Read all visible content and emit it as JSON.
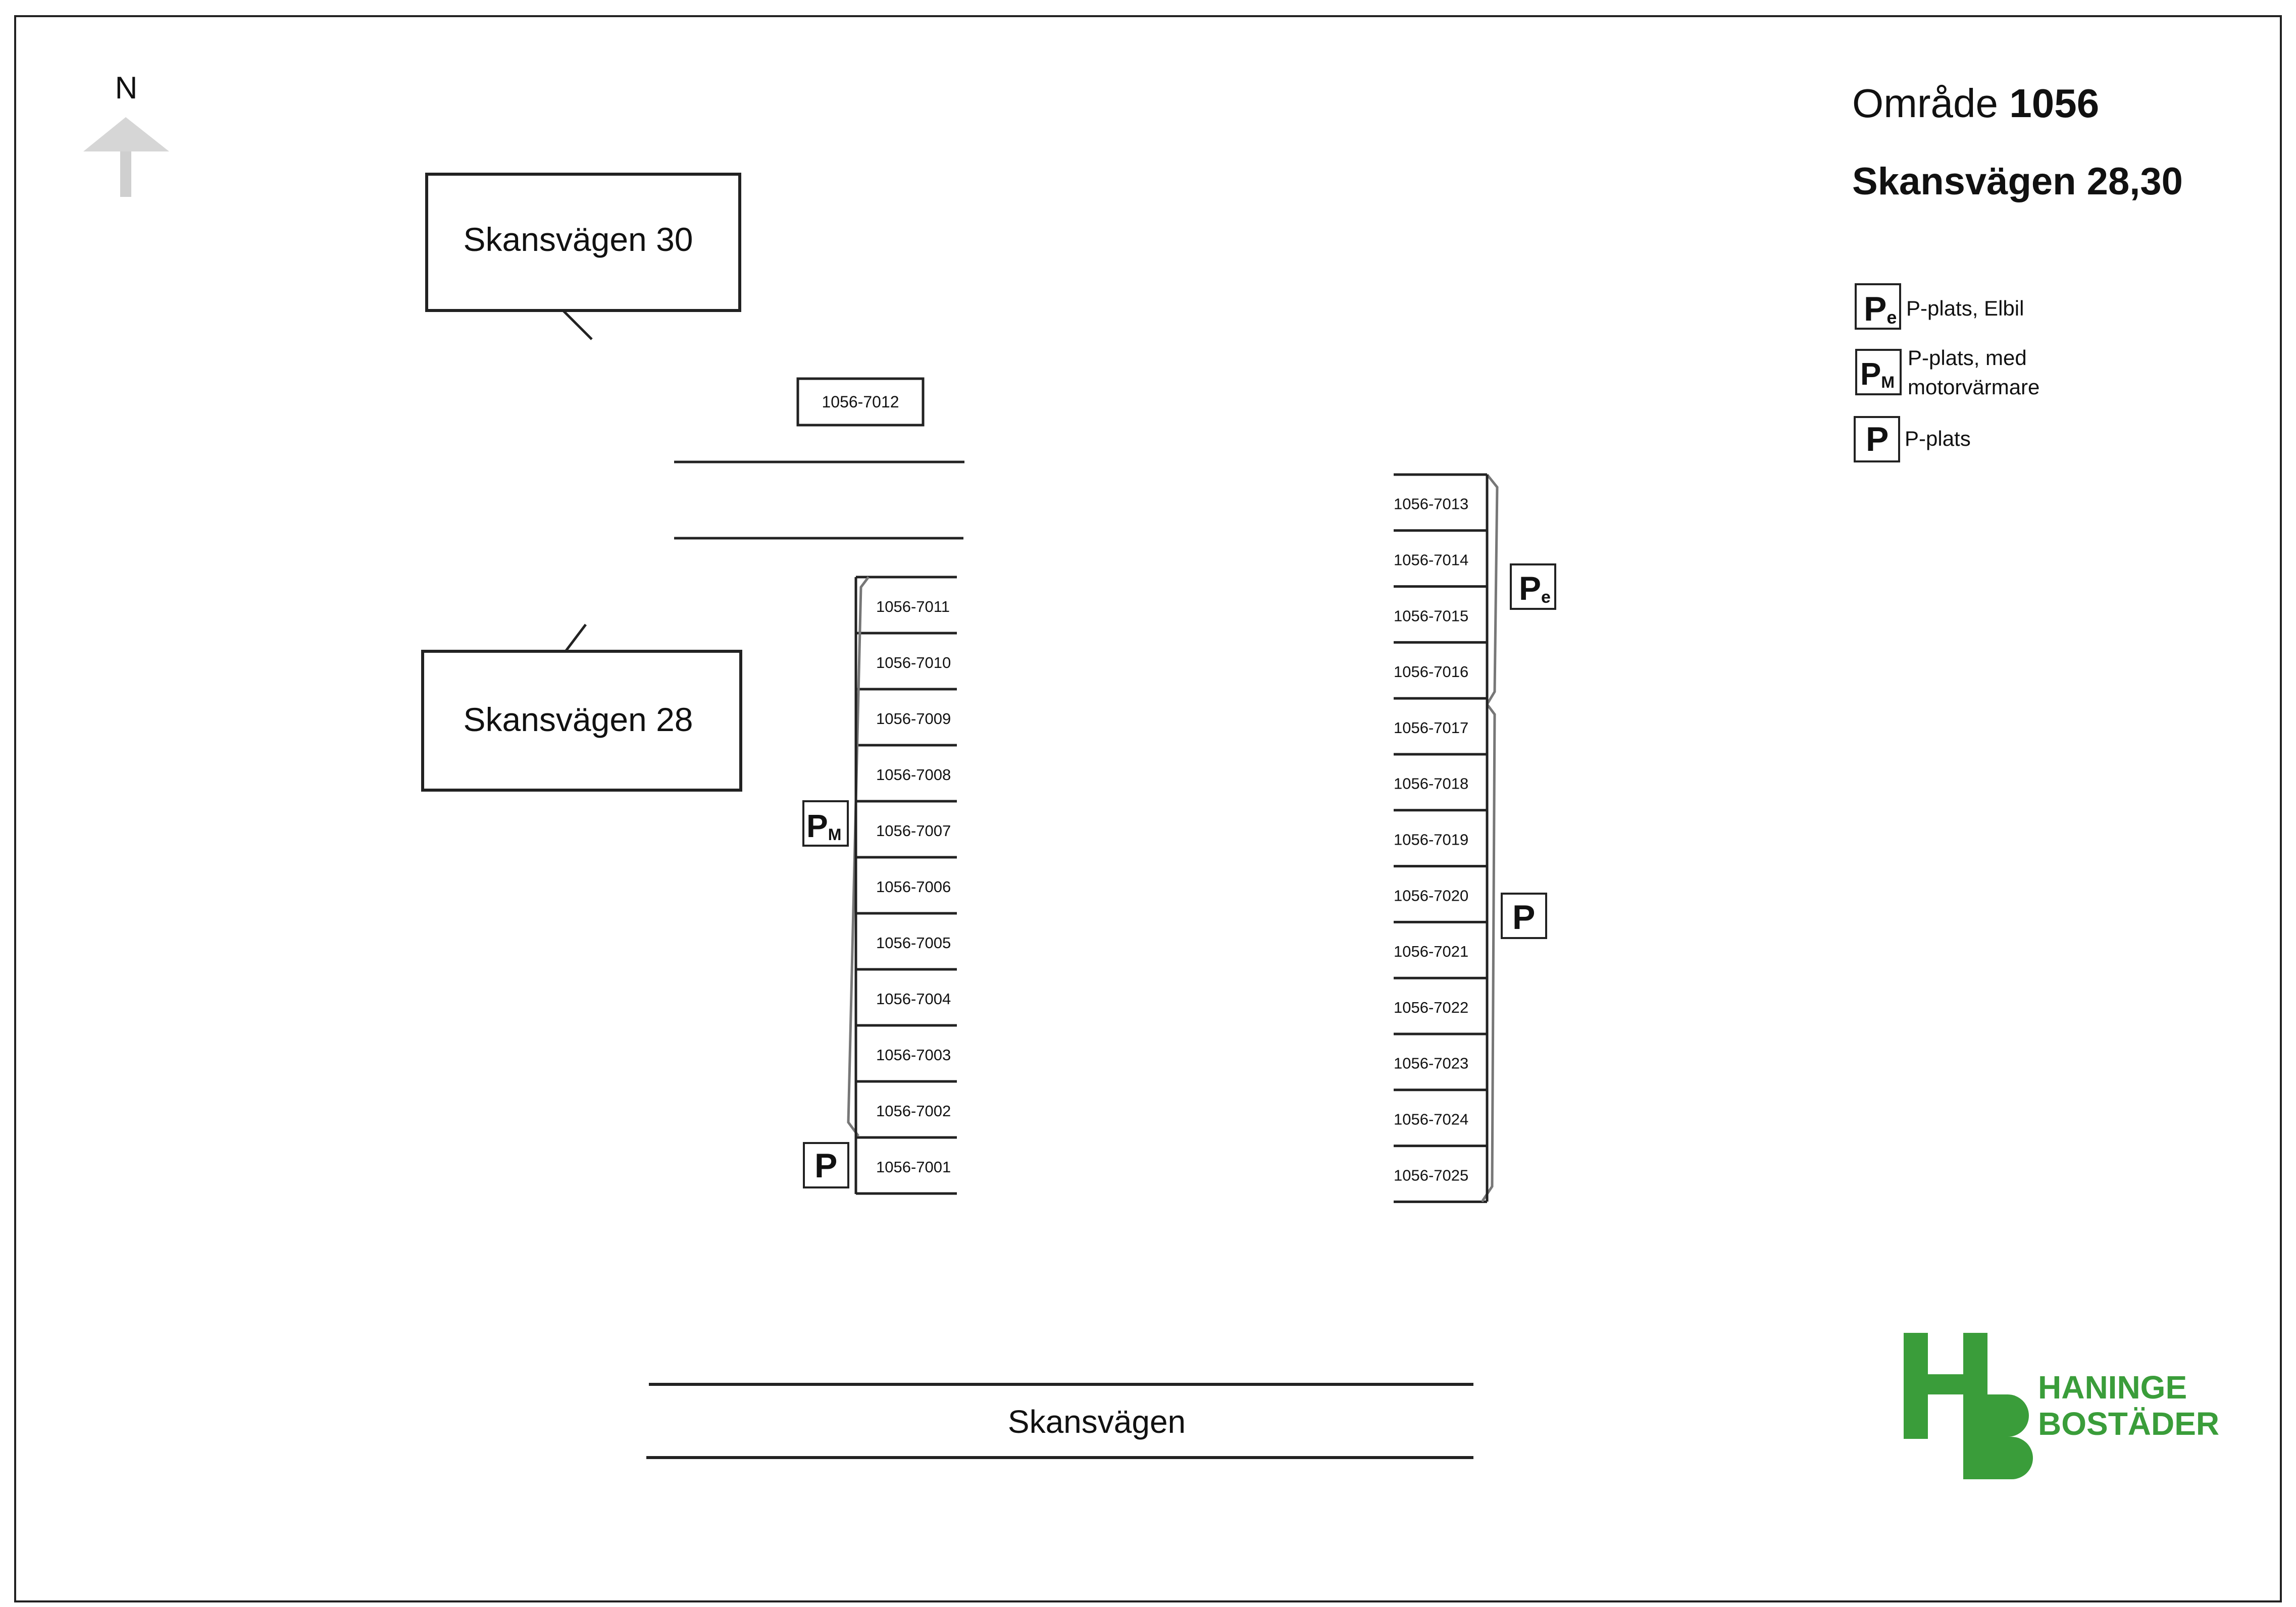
{
  "header": {
    "area_prefix": "Område",
    "area_number": "1056",
    "address": "Skansvägen 28,30"
  },
  "compass": {
    "label": "N"
  },
  "buildings": {
    "b30": "Skansvägen 30",
    "b28": "Skansvägen 28"
  },
  "road": {
    "name": "Skansvägen"
  },
  "legend": {
    "items": [
      {
        "icon": "p-elbil-icon",
        "symbol": "P",
        "sub": "e",
        "text1": "P-plats, Elbil",
        "text2": ""
      },
      {
        "icon": "p-motorvarmare-icon",
        "symbol": "P",
        "sub": "M",
        "text1": "P-plats, med",
        "text2": "motorvärmare"
      },
      {
        "icon": "p-plats-icon",
        "symbol": "P",
        "sub": "",
        "text1": "P-plats",
        "text2": ""
      }
    ]
  },
  "spots": {
    "single": "1056-7012",
    "left_column": [
      "1056-7011",
      "1056-7010",
      "1056-7009",
      "1056-7008",
      "1056-7007",
      "1056-7006",
      "1056-7005",
      "1056-7004",
      "1056-7003",
      "1056-7002",
      "1056-7001"
    ],
    "right_column": [
      "1056-7013",
      "1056-7014",
      "1056-7015",
      "1056-7016",
      "1056-7017",
      "1056-7018",
      "1056-7019",
      "1056-7020",
      "1056-7021",
      "1056-7022",
      "1056-7023",
      "1056-7024",
      "1056-7025"
    ]
  },
  "markers": {
    "pe": {
      "symbol": "P",
      "sub": "e"
    },
    "pm": {
      "symbol": "P",
      "sub": "M"
    },
    "p_left": {
      "symbol": "P"
    },
    "p_right": {
      "symbol": "P"
    }
  },
  "logo": {
    "letters": "HB",
    "line1": "HANINGE",
    "line2": "BOSTÄDER",
    "color": "#3a9d3a"
  }
}
